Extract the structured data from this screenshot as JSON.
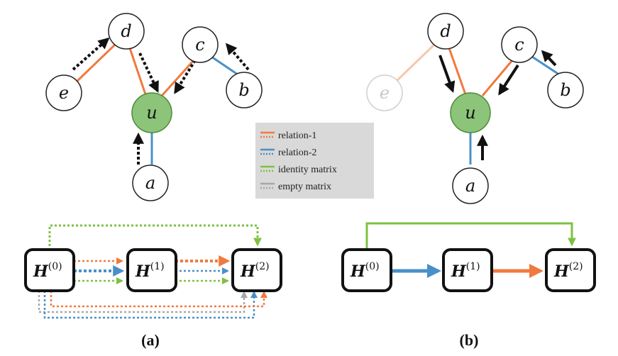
{
  "colors": {
    "relation1": "#f07a3e",
    "relation2": "#4a90c8",
    "identity": "#7cc242",
    "empty": "#a8a8a8",
    "node_u_fill": "#8cc47a",
    "legend_bg": "#d9d9d9",
    "faded": "#f5c8ad"
  },
  "panel_a": {
    "nodes": {
      "d": "d",
      "c": "c",
      "e": "e",
      "u": "u",
      "b": "b",
      "a": "a"
    },
    "matrices": {
      "h0": "H",
      "h0_sup": "(0)",
      "h1": "H",
      "h1_sup": "(1)",
      "h2": "H",
      "h2_sup": "(2)"
    },
    "label": "(a)"
  },
  "panel_b": {
    "nodes": {
      "d": "d",
      "c": "c",
      "e": "e",
      "u": "u",
      "b": "b",
      "a": "a"
    },
    "matrices": {
      "h0": "H",
      "h0_sup": "(0)",
      "h1": "H",
      "h1_sup": "(1)",
      "h2": "H",
      "h2_sup": "(2)"
    },
    "label": "(b)"
  },
  "legend": [
    {
      "label": "relation-1",
      "color": "#f07a3e"
    },
    {
      "label": "relation-2",
      "color": "#4a90c8"
    },
    {
      "label": "identity matrix",
      "color": "#7cc242"
    },
    {
      "label": "empty matrix",
      "color": "#a8a8a8"
    }
  ]
}
